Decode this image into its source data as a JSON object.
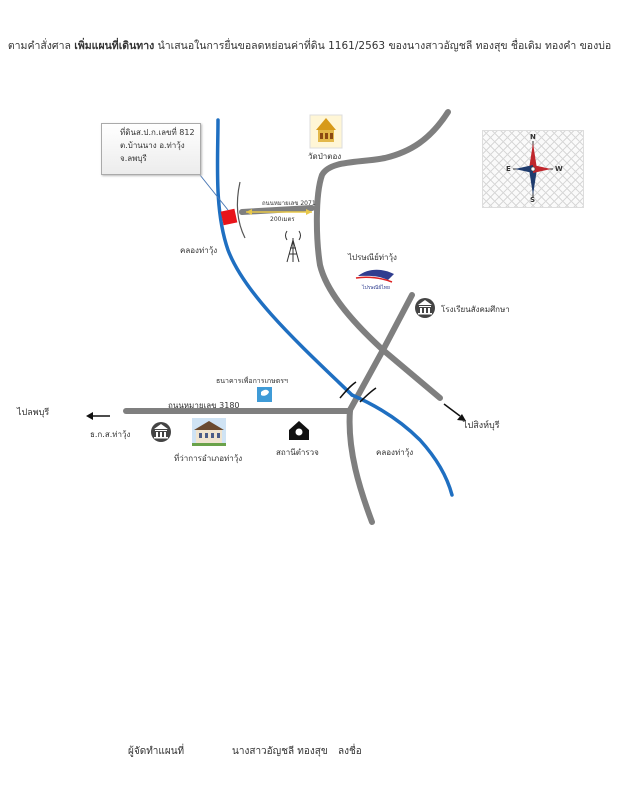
{
  "header": {
    "prefix": "ตามคำสั่งศาล",
    "bold": "เพิ่มแผนที่เดินทาง",
    "rest": "นำเสนอในการยื่นขอลดหย่อนค่าที่ดิน 1161/2563 ของนางสาวอัญชลี ทองสุข  ชื่อเดิม ทองคำ ของบ่อ"
  },
  "callout": {
    "line1": "ที่ดินส.ป.ก.เลขที่ 812",
    "line2": "ต.บ้านนาง อ.ท่าวุ้ง",
    "line3": "จ.ลพบุรี"
  },
  "labels": {
    "temple": "วัดป่าตอง",
    "road_2071": "ถนนหมายเลข 2071",
    "distance": "200เมตร",
    "canal_left": "คลองท่าวุ้ง",
    "post_office": "ไปรษณีย์ท่าวุ้ง",
    "school_top": "โรงเรียนสังคมศึกษา",
    "bank_kasikorn": "ธนาคารเพื่อการเกษตรฯ",
    "road_3180": "ถนนหมายเลข 3180",
    "to_left": "ไปลพบุรี",
    "bank_left": "ธ.ก.ส.ท่าวุ้ง",
    "district_office": "ที่ว่าการอำเภอท่าวุ้ง",
    "police": "สถานีตำรวจ",
    "to_right": "ไปสิงห์บุรี",
    "canal_right": "คลองท่าวุ้ง"
  },
  "compass": {
    "n": "N",
    "s": "S",
    "e": "E",
    "w": "W"
  },
  "footer": {
    "sign1": "ลงชื่อ",
    "sign2": "นางสาวอัญชลี  ทองสุข",
    "sign3": "ผู้จัดทำแผนที่"
  },
  "colors": {
    "road": "#7f7f7f",
    "river": "#1f6fc1",
    "target": "#e8141b",
    "distance_line": "#e8c84a"
  }
}
